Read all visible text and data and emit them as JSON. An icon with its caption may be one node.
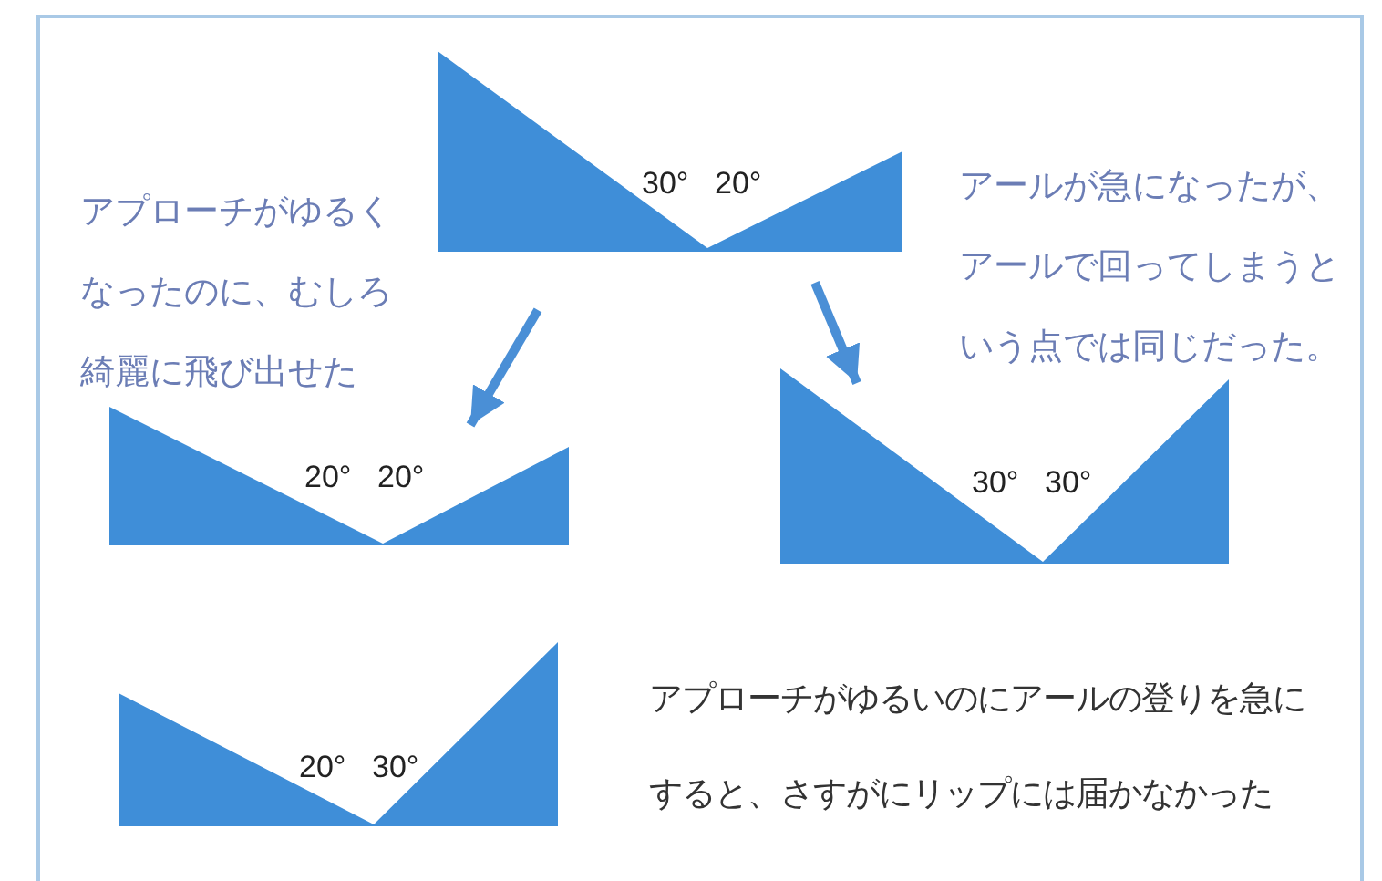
{
  "diagram": {
    "nodes": [
      {
        "text": [
          "30°",
          "20°"
        ]
      },
      {
        "text": [
          "20°",
          "20°"
        ]
      },
      {
        "text": [
          "30°",
          "30°"
        ]
      },
      {
        "text": [
          "20°",
          "30°"
        ]
      }
    ],
    "edges": [
      {
        "from": null,
        "to": 1,
        "arrow": "to"
      },
      {
        "from": null,
        "to": 2,
        "arrow": "to"
      }
    ],
    "labels": [
      "アプローチがゆるくなったのに、むしろ綺麗に飛び出せた",
      "アールが急になったが、アールで回ってしまうという点では同じだった。",
      "アプローチがゆるいのにアールの登りを急にすると、さすがにリップには届かなかった"
    ]
  }
}
